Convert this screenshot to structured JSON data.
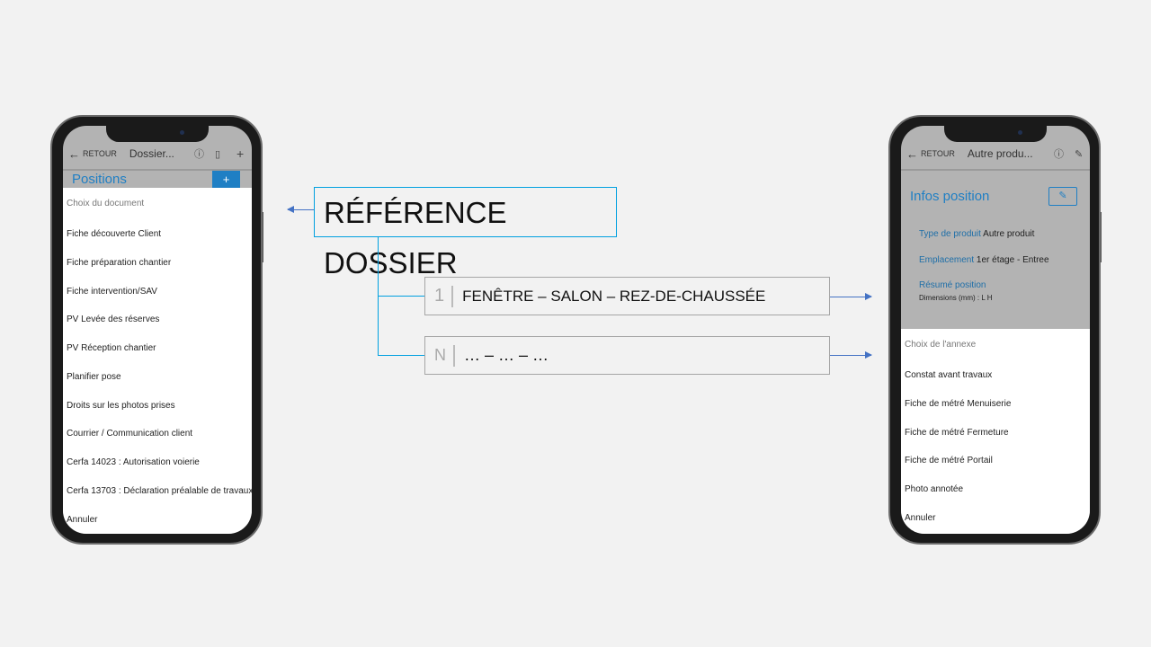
{
  "left_phone": {
    "back_label": "RETOUR",
    "title": "Dossier...",
    "section_title": "Positions",
    "add_label": "+",
    "sheet_caption": "Choix du document",
    "items": [
      "Fiche découverte Client",
      "Fiche préparation chantier",
      "Fiche intervention/SAV",
      "PV Levée des réserves",
      "PV Réception chantier",
      "Planifier pose",
      "Droits sur les photos prises",
      "Courrier / Communication client",
      "Cerfa 14023 : Autorisation voierie",
      "Cerfa 13703 : Déclaration préalable de travaux",
      "Annuler"
    ]
  },
  "right_phone": {
    "back_label": "RETOUR",
    "title": "Autre produ...",
    "section_title": "Infos position",
    "type_label": "Type de produit",
    "type_value": "Autre produit",
    "location_label": "Emplacement",
    "location_value": "1er étage - Entree",
    "summary_label": "Résumé position",
    "summary_value": "Dimensions (mm) : L H",
    "sheet_caption": "Choix de l'annexe",
    "items": [
      "Constat avant travaux",
      "Fiche de métré Menuiserie",
      "Fiche de métré Fermeture",
      "Fiche de métré Portail",
      "Photo annotée",
      "Annuler"
    ]
  },
  "diagram": {
    "reference": "RÉFÉRENCE DOSSIER",
    "positions": [
      {
        "index": "1",
        "text": "FENÊTRE – SALON – REZ-DE-CHAUSSÉE"
      },
      {
        "index": "N",
        "text": "… – … – …"
      }
    ]
  },
  "colors": {
    "accent": "#1f8dd6",
    "connector": "#00a0e0",
    "arrow": "#4472c4"
  }
}
